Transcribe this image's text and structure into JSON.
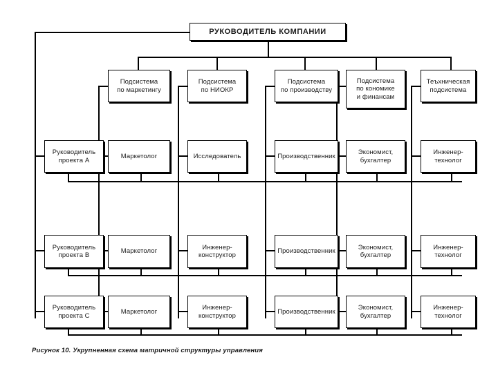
{
  "figure": {
    "caption": "Рисунок 10. Укрупненная схема матричной структуры управления",
    "root_label": "РУКОВОДИТЕЛЬ КОМПАНИИ",
    "line_color": "#000000",
    "box_fill": "#ffffff",
    "text_color": "#1a1a1a"
  },
  "subsystems": [
    {
      "label": "Подсистема\nпо маркетингу"
    },
    {
      "label": "Подсистема\nпо НИОКР"
    },
    {
      "label": "Подсистема\nпо производству"
    },
    {
      "label": "Подсистема\nпо кономике\nи финансам"
    },
    {
      "label": "Теъхническая\nподсистема"
    }
  ],
  "projects": [
    {
      "manager": "Руководитель\nпроекта А",
      "cells": [
        "Маркетолог",
        "Исследователь",
        "Производственник",
        "Экономист,\nбухгалтер",
        "Инженер-\nтехнолог"
      ]
    },
    {
      "manager": "Руководитель\nпроекта В",
      "cells": [
        "Маркетолог",
        "Инженер-\nконструктор",
        "Производственник",
        "Экономист,\nбухгалтер",
        "Инженер-\nтехнолог"
      ]
    },
    {
      "manager": "Руководитель\nпроекта С",
      "cells": [
        "Маркетолог",
        "Инженер-\nконструктор",
        "Производственник",
        "Экономист,\nбухгалтер",
        "Инженер-\nтехнолог"
      ]
    }
  ]
}
